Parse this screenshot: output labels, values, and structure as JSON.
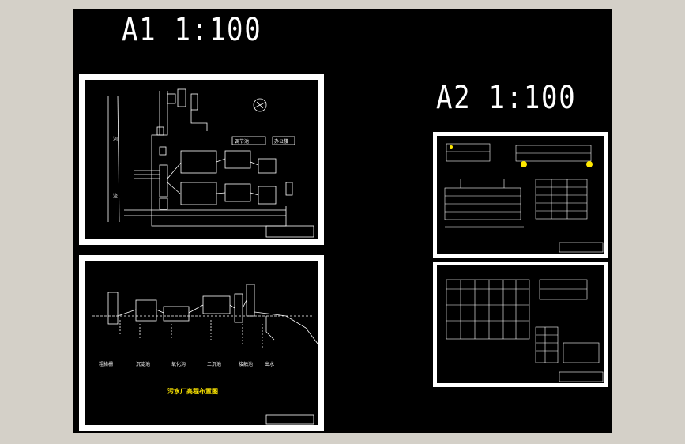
{
  "canvas": {
    "background": "#000000",
    "frame": "#d4d0c8"
  },
  "labels": {
    "a1": "A1 1:100",
    "a2": "A2 1:100"
  },
  "sheets": {
    "site_plan": {
      "title_block": "",
      "river_label_1": "河",
      "river_label_2": "流",
      "road_label": "调节池",
      "pipe_label": "办公楼",
      "icon": "north-arrow"
    },
    "process_profile": {
      "title": "污水厂高程布置图",
      "scale_note": "",
      "units": [
        "粗格栅",
        "沉淀池",
        "氧化沟",
        "二沉池",
        "接触池",
        "出水"
      ]
    },
    "detail_a": {
      "note": ""
    },
    "detail_b": {
      "note": ""
    }
  }
}
